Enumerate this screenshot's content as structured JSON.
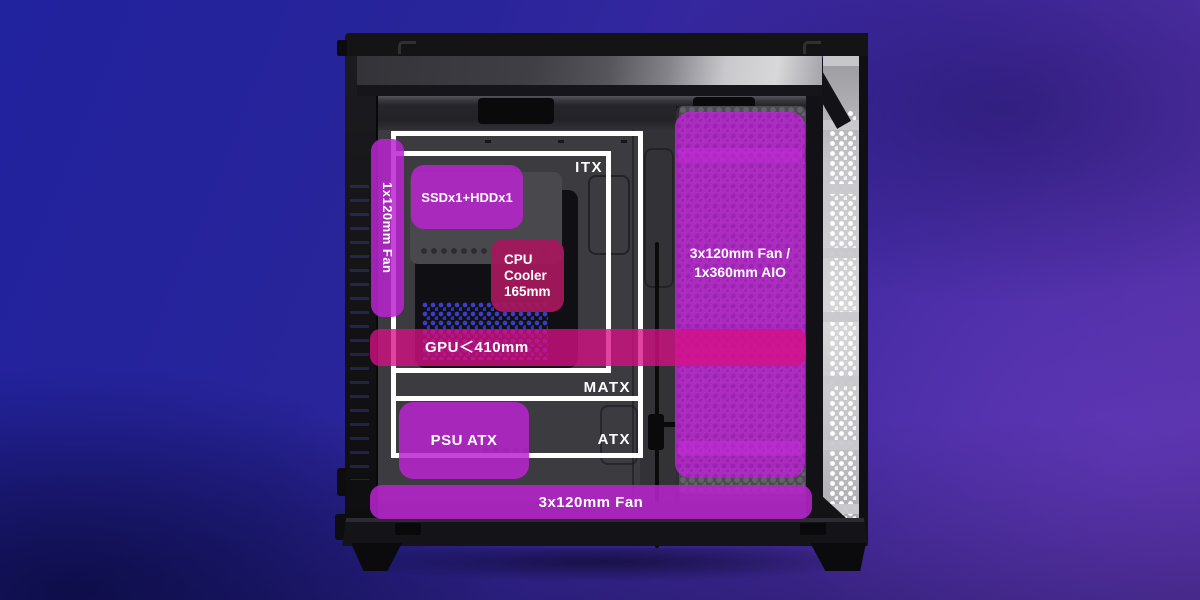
{
  "scene": {
    "name": "pc-case-compatibility-diagram"
  },
  "colors": {
    "background_blue": "#23229b",
    "background_purple": "#5531a5",
    "overlay_magenta": "#ba24d0",
    "overlay_pink": "#d01686",
    "overlay_crimson": "#a4185c",
    "outline_white": "#ffffff"
  },
  "motherboards": {
    "itx": "ITX",
    "matx": "MATX",
    "atx": "ATX"
  },
  "annotations": {
    "left_fan": "1x120mm Fan",
    "storage": "SSDx1+HDDx1",
    "cpu_cooler_line1": "CPU",
    "cpu_cooler_line2": "Cooler",
    "cpu_cooler_line3": "165mm",
    "gpu": "GPU＜410mm",
    "right_fan_line1": "3x120mm Fan /",
    "right_fan_line2": "1x360mm AIO",
    "psu": "PSU ATX",
    "bottom_fan": "3x120mm Fan"
  }
}
